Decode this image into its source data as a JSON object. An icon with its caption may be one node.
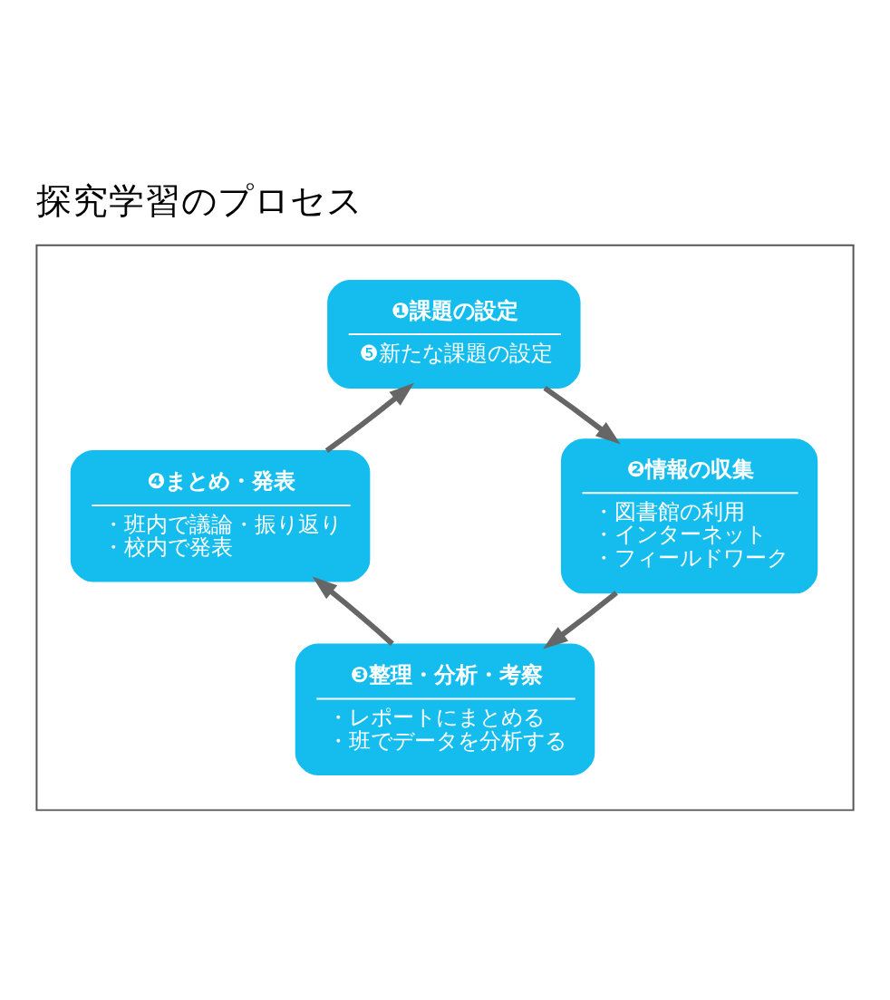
{
  "diagram": {
    "title": "探究学習のプロセス",
    "nodes": [
      {
        "text": [],
        "shape": "box"
      },
      {
        "text": [
          "❶課題の設定",
          "❺新たな課題の設定"
        ],
        "in": 0
      },
      {
        "text": [
          "❷情報の収集",
          "・図書館の利用",
          "・インターネット",
          "・フィールドワーク"
        ],
        "in": 0
      },
      {
        "text": [
          "❸整理・分析・考察",
          "・レポートにまとめる",
          "・班でデータを分析する"
        ],
        "in": 0
      },
      {
        "text": [
          "❹まとめ・発表",
          "・班内で議論・振り返り",
          "・校内で発表"
        ],
        "in": 0
      }
    ],
    "edges": [
      {
        "from": 1,
        "to": 2,
        "arrow": "to"
      },
      {
        "from": 2,
        "to": 3,
        "arrow": "to"
      },
      {
        "from": 3,
        "to": 4,
        "arrow": "to"
      },
      {
        "from": 4,
        "to": 1,
        "arrow": "to"
      }
    ]
  }
}
